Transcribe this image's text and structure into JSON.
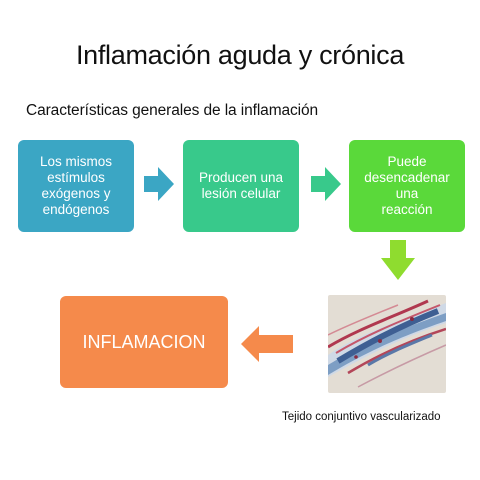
{
  "title": "Inflamación aguda y crónica",
  "subtitle": "Características generales de la inflamación",
  "boxes": [
    {
      "lines": [
        "Los mismos",
        "estímulos",
        "exógenos y",
        "endógenos"
      ],
      "color": "#3ba6c4"
    },
    {
      "lines": [
        "Producen una",
        "lesión celular"
      ],
      "color": "#38c98b"
    },
    {
      "lines": [
        "Puede",
        "desencadenar una",
        "reacción"
      ],
      "color": "#5ad93a"
    },
    {
      "lines": [
        "INFLAMACION"
      ],
      "color": "#f58a4b"
    }
  ],
  "arrows": [
    {
      "direction": "right",
      "color": "#3ba6c4"
    },
    {
      "direction": "right",
      "color": "#38c98b"
    },
    {
      "direction": "down",
      "color": "#8fdc2f"
    },
    {
      "direction": "left",
      "color": "#f58a4b"
    }
  ],
  "image": {
    "icon": "histology-photo"
  },
  "caption": "Tejido conjuntivo vascularizado"
}
